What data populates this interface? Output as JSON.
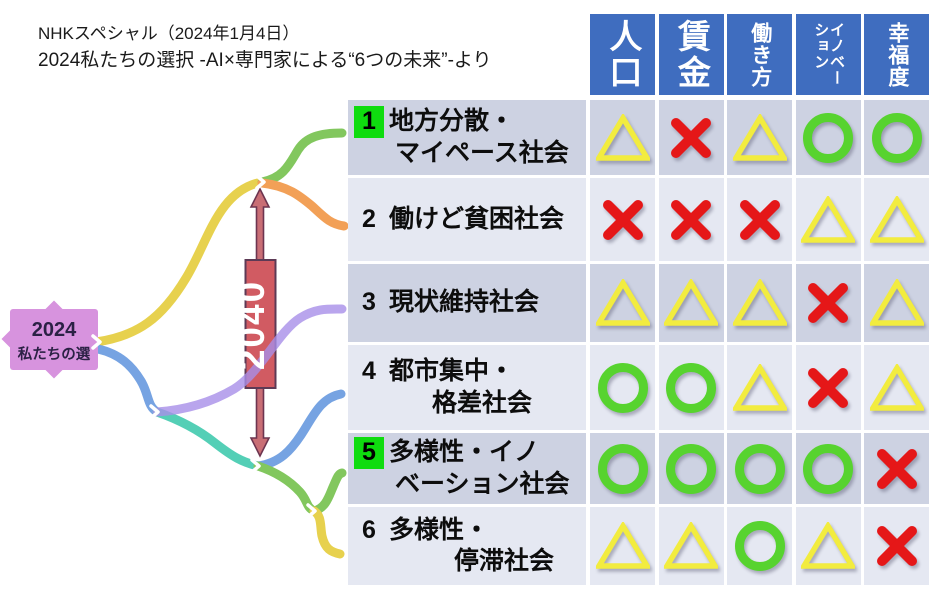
{
  "source": {
    "line1": "NHKスペシャル（2024年1月4日）",
    "line2": "2024私たちの選択 -AI×専門家による“6つの未来”-より"
  },
  "mindmap": {
    "root": {
      "year": "2024",
      "label": "私たちの選"
    },
    "milestone": {
      "year": "2040"
    }
  },
  "table": {
    "columns": [
      "人口",
      "賃金",
      "働き方",
      "イノベーション",
      "幸福度"
    ],
    "rows": [
      {
        "num": "1",
        "highlighted": true,
        "lines": [
          "地方分散・",
          "マイペース社会"
        ],
        "ratings": [
          "triangle",
          "cross",
          "triangle",
          "circle",
          "circle"
        ]
      },
      {
        "num": "2",
        "highlighted": false,
        "lines": [
          "働けど貧困社会"
        ],
        "ratings": [
          "cross",
          "cross",
          "cross",
          "triangle",
          "triangle"
        ]
      },
      {
        "num": "3",
        "highlighted": false,
        "lines": [
          "現状維持社会"
        ],
        "ratings": [
          "triangle",
          "triangle",
          "triangle",
          "cross",
          "triangle"
        ]
      },
      {
        "num": "4",
        "highlighted": false,
        "lines": [
          "都市集中・",
          "格差社会"
        ],
        "ratings": [
          "circle",
          "circle",
          "triangle",
          "cross",
          "triangle"
        ]
      },
      {
        "num": "5",
        "highlighted": true,
        "lines": [
          "多様性・イノ",
          "ベーション社会"
        ],
        "ratings": [
          "circle",
          "circle",
          "circle",
          "circle",
          "cross"
        ]
      },
      {
        "num": "6",
        "highlighted": false,
        "lines": [
          "多様性・",
          "停滞社会"
        ],
        "ratings": [
          "triangle",
          "triangle",
          "circle",
          "triangle",
          "cross"
        ]
      }
    ]
  },
  "colors": {
    "branches": {
      "yellow": "#e7d14e",
      "green": "#82c75e",
      "orange": "#f2a057",
      "blue": "#76a3e2",
      "teal": "#54cfb6",
      "purple": "#a88ee8"
    },
    "fills": {
      "milestone": "#d15b62",
      "milestoneBorder": "#5d3a55",
      "arrow": "#c96e75",
      "arrowBorder": "#6d3550",
      "root": "#d793de",
      "rootText": "#2b2145",
      "milestoneText": "#ffffff",
      "chevron": "#ffffff"
    },
    "table": {
      "headerBg": "#3f6dbf",
      "headerText": "#ffffff",
      "rowOdd": "#cdd2e2",
      "rowEven": "#e5e8f2",
      "badge": "#0fdc0f",
      "text": "#0d0d0d"
    },
    "symbols": {
      "triangle": "#f2ec3f",
      "circle": "#57d32f",
      "cross": "#e51718"
    }
  }
}
